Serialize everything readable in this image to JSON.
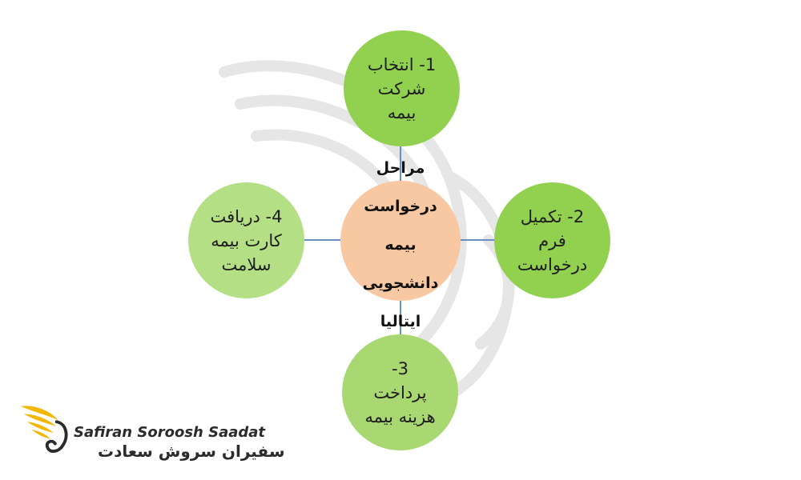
{
  "diagram": {
    "center_lines": [
      "مراحل",
      "درخواست",
      "بیمه",
      "دانشجویی",
      "ایتالیا"
    ],
    "steps": [
      {
        "lines": [
          "1- انتخاب",
          "شرکت",
          "بیمه"
        ]
      },
      {
        "lines": [
          "2- تکمیل",
          "فرم",
          "درخواست"
        ]
      },
      {
        "lines": [
          "3-",
          "پرداخت",
          "هزینه بیمه"
        ]
      },
      {
        "lines": [
          "4- دریافت",
          "کارت بیمه",
          "سلامت"
        ]
      }
    ]
  },
  "logo": {
    "english": "Safiran Soroosh Saadat",
    "persian": "سفیران سروش سعادت"
  },
  "colors": {
    "step_green": "#92d050",
    "step_green_light": "#b4df85",
    "center_peach": "#f7c8a2",
    "connector": "#6b8fc4",
    "logo_gold": "#f2b705"
  }
}
